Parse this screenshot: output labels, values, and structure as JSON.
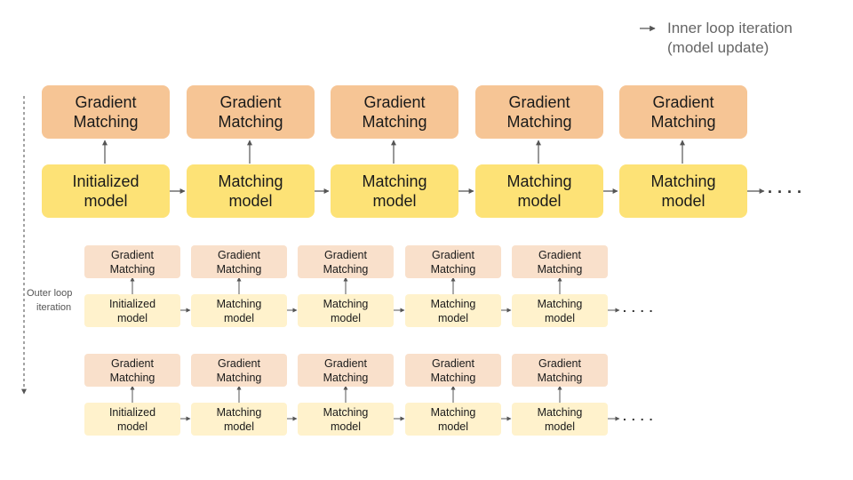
{
  "legend": {
    "line1": "Inner loop iteration",
    "line2": "(model update)"
  },
  "outer_label": {
    "line1": "Outer loop",
    "line2": "iteration"
  },
  "blocks": {
    "gradient": {
      "line1": "Gradient",
      "line2": "Matching"
    },
    "initialized": {
      "line1": "Initialized",
      "line2": "model"
    },
    "matching": {
      "line1": "Matching",
      "line2": "model"
    }
  },
  "ellipsis": "....",
  "colors": {
    "big_gradient": "#f6c595",
    "big_model": "#fde276",
    "small_gradient": "#f9e0cb",
    "small_model": "#fff2cc",
    "arrow": "#555555"
  }
}
